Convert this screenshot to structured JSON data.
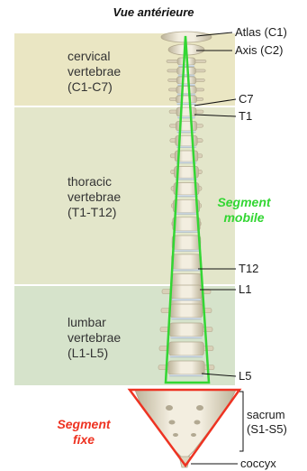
{
  "title": "Vue antérieure",
  "regions": [
    {
      "key": "cervical",
      "lines": [
        "cervical",
        "vertebrae",
        "(C1-C7)"
      ],
      "color": "#eae6c3"
    },
    {
      "key": "thoracic",
      "lines": [
        "thoracic",
        "vertebrae",
        "(T1-T12)"
      ],
      "color": "#e3e6ca"
    },
    {
      "key": "lumbar",
      "lines": [
        "lumbar",
        "vertebrae",
        "(L1-L5)"
      ],
      "color": "#d6e3cb"
    }
  ],
  "labels": {
    "atlas": "Atlas (C1)",
    "axis": "Axis (C2)",
    "c7": "C7",
    "t1": "T1",
    "t12": "T12",
    "l1": "L1",
    "l5": "L5",
    "sacrum": [
      "sacrum",
      "(S1-S5)"
    ],
    "coccyx": "coccyx"
  },
  "segment_mobile": {
    "lines": [
      "Segment",
      "mobile"
    ],
    "color": "#33d633"
  },
  "segment_fixe": {
    "lines": [
      "Segment",
      "fixe"
    ],
    "color": "#ee3322"
  },
  "colors": {
    "bone": "#e9e2cf",
    "bone_shadow": "#bdb49a",
    "disc": "#c7d3dc"
  }
}
